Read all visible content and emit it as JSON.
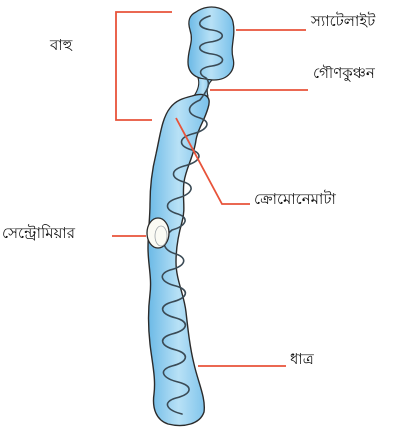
{
  "labels": {
    "arm": "বাহু",
    "satellite": "স্যাটেলাইট",
    "secondary_constriction": "গৌণকুঞ্চন",
    "chromonemata": "ক্রোমোনেমাটা",
    "centromere": "সেন্ট্রোমিয়ার",
    "matrix": "ধাত্র"
  },
  "colors": {
    "leader_line": "#e8533a",
    "chromosome_fill": "#a7d8f2",
    "chromosome_fill_dark": "#5fb2e3",
    "outline": "#2b2b2b",
    "centromere_fill": "#fbfbf4"
  }
}
